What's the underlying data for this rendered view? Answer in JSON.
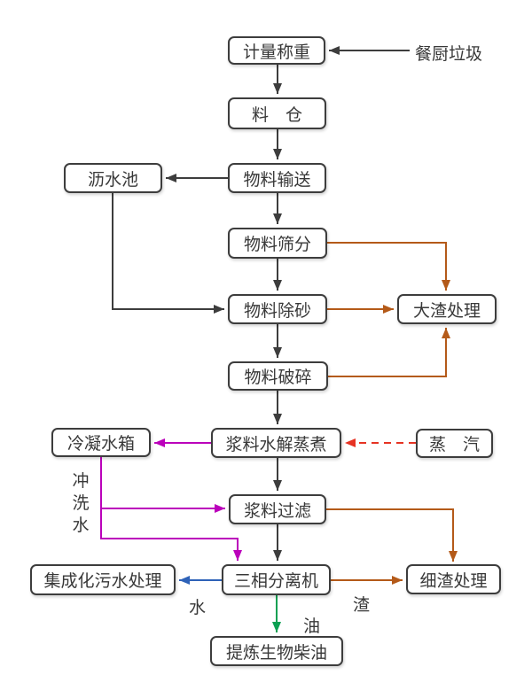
{
  "colors": {
    "node_border": "#3d3d3d",
    "text": "#383838",
    "black_edge": "#3d3d3d",
    "orange_edge": "#b45a19",
    "magenta_edge": "#bb00bb",
    "red_edge": "#e63323",
    "blue_edge": "#2e62b8",
    "green_edge": "#0ba052"
  },
  "nodes": {
    "weighing": {
      "label": "计量称重"
    },
    "silo": {
      "label": "料　仓"
    },
    "conveying": {
      "label": "物料输送"
    },
    "draining_pool": {
      "label": "沥水池"
    },
    "screening": {
      "label": "物料筛分"
    },
    "desanding": {
      "label": "物料除砂"
    },
    "coarse_residue": {
      "label": "大渣处理"
    },
    "crushing": {
      "label": "物料破碎"
    },
    "hydrolysis_cooking": {
      "label": "浆料水解蒸煮"
    },
    "condensate_tank": {
      "label": "冷凝水箱"
    },
    "steam": {
      "label": "蒸　汽"
    },
    "slurry_filtering": {
      "label": "浆料过滤"
    },
    "three_phase_separator": {
      "label": "三相分离机"
    },
    "integrated_sewage": {
      "label": "集成化污水处理"
    },
    "fine_residue": {
      "label": "细渣处理"
    },
    "biodiesel": {
      "label": "提炼生物柴油"
    }
  },
  "edge_labels": {
    "kitchen_waste": "餐厨垃圾",
    "flushing_water": "冲洗水",
    "water": "水",
    "residue": "渣",
    "oil": "油"
  }
}
